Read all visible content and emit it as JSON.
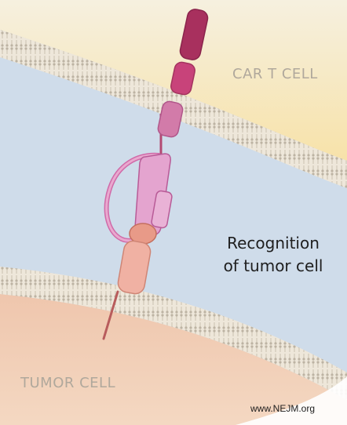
{
  "labels": {
    "car_t_cell": "CAR T CELL",
    "tumor_cell": "TUMOR CELL",
    "recognition_line1": "Recognition",
    "recognition_line2": "of tumor cell",
    "credit": "www.NEJM.org"
  },
  "colors": {
    "car_t_cytoplasm": "#f7e6b5",
    "extracellular_space": "#cfdcea",
    "tumor_cytoplasm": "#f2cfb5",
    "membrane": "#e8dfcf",
    "car_receptor": "#c8437a",
    "car_receptor_light": "#e6a2c9",
    "antigen": "#e89a88"
  }
}
